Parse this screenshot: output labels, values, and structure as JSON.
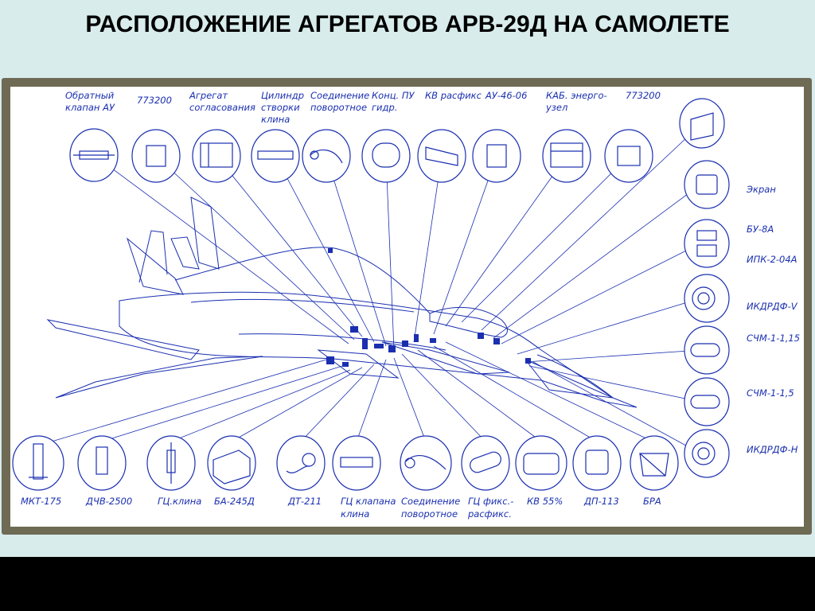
{
  "title": "РАСПОЛОЖЕНИЕ АГРЕГАТОВ АРВ-29Д НА САМОЛЕТЕ",
  "colors": {
    "background": "#d8ecec",
    "frame": "#6e6a54",
    "ink": "#1a2fb0",
    "bottom_bar": "#000000"
  },
  "top_labels": [
    [
      "Обратный",
      "клапан АУ"
    ],
    [
      "773200"
    ],
    [
      "Агрегат",
      "согласования"
    ],
    [
      "Цилиндр",
      "створки",
      "клина"
    ],
    [
      "Соединение",
      "поворотное"
    ],
    [
      "Конц. ПУ",
      "гидр."
    ],
    [
      "КВ расфикс"
    ],
    [
      "АУ-46-06"
    ],
    [
      "КАБ. энерго-",
      "узел"
    ],
    [
      "773200"
    ]
  ],
  "right_labels": [
    "Экран",
    "БУ-8А",
    "ИПК-2-04А",
    "ИКДРДФ-V",
    "СЧМ-1-1,15",
    "СЧМ-1-1,5",
    "ИКДРДФ-Н"
  ],
  "bottom_labels": [
    [
      "МКТ-175"
    ],
    [
      "ДЧВ-2500"
    ],
    [
      "ГЦ.клина"
    ],
    [
      "БА-245Д"
    ],
    [
      "ДТ-211"
    ],
    [
      "ГЦ клапана",
      "клина"
    ],
    [
      "Соединение",
      "поворотное"
    ],
    [
      "ГЦ фикс.-",
      "расфикс."
    ],
    [
      "КВ 55%"
    ],
    [
      "ДП-113"
    ],
    [
      "БРА"
    ]
  ]
}
